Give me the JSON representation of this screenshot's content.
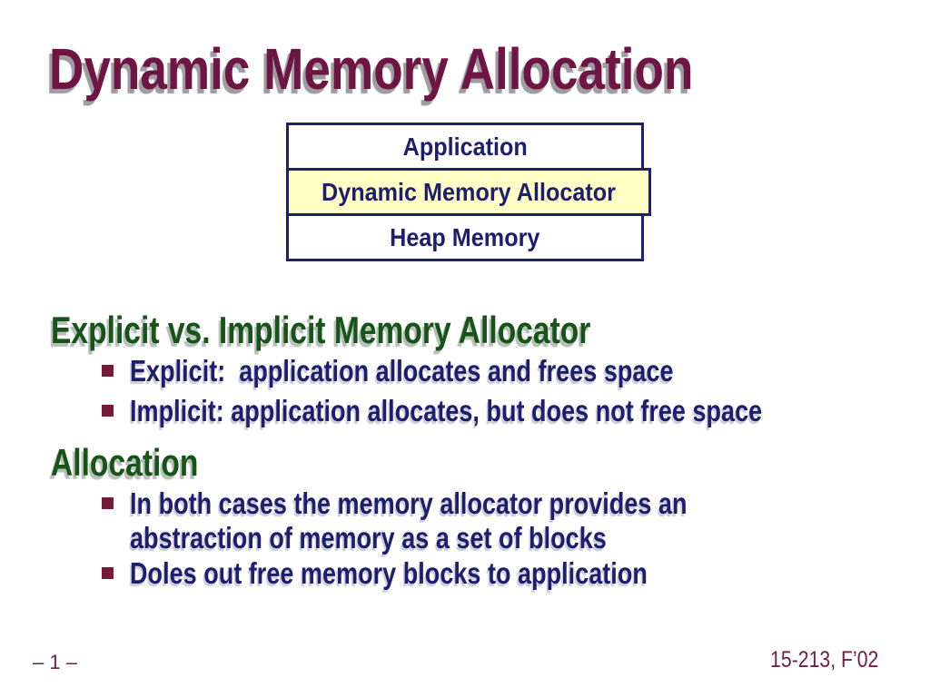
{
  "slide": {
    "title": "Dynamic Memory Allocation",
    "diagram": {
      "rows": [
        {
          "label": "Application",
          "fill": "#FFFFFF"
        },
        {
          "label": "Dynamic Memory Allocator",
          "fill": "#FFFFC5"
        },
        {
          "label": "Heap Memory",
          "fill": "#FFFFFF"
        }
      ],
      "border_color": "#1F1F70"
    },
    "sections": [
      {
        "heading": "Explicit vs. Implicit Memory Allocator",
        "bullets": [
          "Explicit:  application allocates and frees space",
          "Implicit: application allocates, but does not free space"
        ]
      },
      {
        "heading": "Allocation",
        "bullets": [
          "In both cases the memory allocator provides an\nabstraction of memory as a set of blocks",
          "Doles out free memory blocks to application"
        ]
      }
    ],
    "footer": {
      "page_number": "– 1 –",
      "course": "15-213, F’02"
    },
    "colors": {
      "title_maroon": "#6E1543",
      "heading_green": "#17541A",
      "body_navy": "#1E1E6E",
      "bullet_square_maroon": "#771A39",
      "allocator_fill_yellow": "#FFFFC5",
      "diagram_border_navy": "#1F1F70",
      "footer_maroon": "#702045",
      "shadow_gray": "#9C9CA1"
    }
  }
}
